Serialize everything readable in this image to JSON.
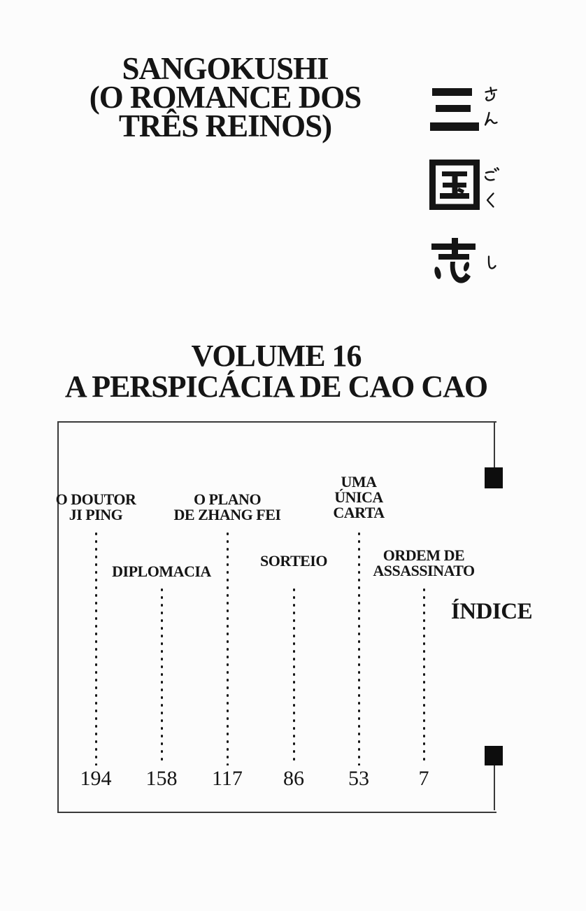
{
  "colors": {
    "ink": "#151515",
    "background": "#fcfcfc",
    "frame_border": "#3a3a3a",
    "marker": "#0d0d0d"
  },
  "header": {
    "title_lines": [
      "SANGOKUSHI",
      "(O ROMANCE DOS",
      "TRÊS REINOS)"
    ],
    "japanese": {
      "kanji": [
        "三",
        "国",
        "志"
      ],
      "furigana": [
        "さん",
        "ごく",
        "し"
      ]
    }
  },
  "volume": {
    "number_line": "VOLUME 16",
    "subtitle_line": "A PERSPICÁCIA DE CAO CAO"
  },
  "index": {
    "label": "ÍNDICE",
    "entries": [
      {
        "title_lines": [
          "O DOUTOR",
          "JI PING"
        ],
        "page": "194"
      },
      {
        "title_lines": [
          "DIPLOMACIA"
        ],
        "page": "158"
      },
      {
        "title_lines": [
          "O PLANO",
          "DE ZHANG FEI"
        ],
        "page": "117"
      },
      {
        "title_lines": [
          "SORTEIO"
        ],
        "page": "86"
      },
      {
        "title_lines": [
          "UMA",
          "ÚNICA",
          "CARTA"
        ],
        "page": "53"
      },
      {
        "title_lines": [
          "ORDEM DE",
          "ASSASSINATO"
        ],
        "page": "7"
      }
    ]
  }
}
